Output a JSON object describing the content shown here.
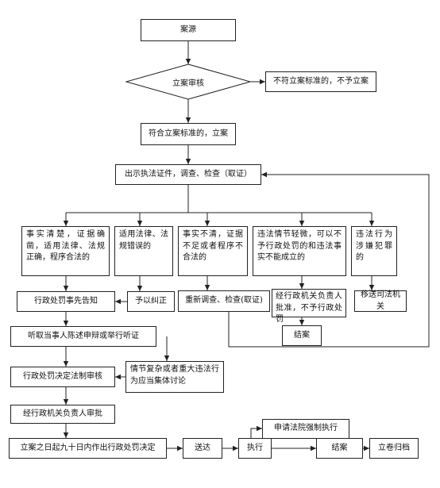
{
  "nodes": {
    "source": "案源",
    "review": "立案审核",
    "reject": "不符立案标准的，不予立案",
    "accept": "符合立案标准的，立案",
    "investigate": "出示执法证件，调查、检查（取证）",
    "facts_clear": "事实清楚，证据确凿，适用法律、法规正确，程序合法的",
    "law_error": "适用法律、法规错误的",
    "facts_unclear": "事实不清，证据不足或者程序不合法的",
    "minor": "违法情节轻微，可以不予行政处罚的和违法事实不能成立的",
    "crime": "违法行为涉嫌犯罪的",
    "prior_notice": "行政处罚事先告知",
    "correct": "予以纠正",
    "reinvestigate": "重新调查、检查(取证)",
    "no_penalty": "经行政机关负责人批准，不予行政处罚",
    "transfer": "移送司法机关",
    "close1": "结案",
    "hearing": "听取当事人陈述申辩或举行听证",
    "collective": "情节复杂或者重大违法行为应当集体讨论",
    "legal_review": "行政处罚决定法制审核",
    "head_approve": "经行政机关负责人审批",
    "decision": "立案之日起九十日内作出行政处罚决定",
    "deliver": "送达",
    "execute": "执行",
    "court": "申请法院强制执行",
    "close2": "结案",
    "archive": "立卷归档"
  }
}
